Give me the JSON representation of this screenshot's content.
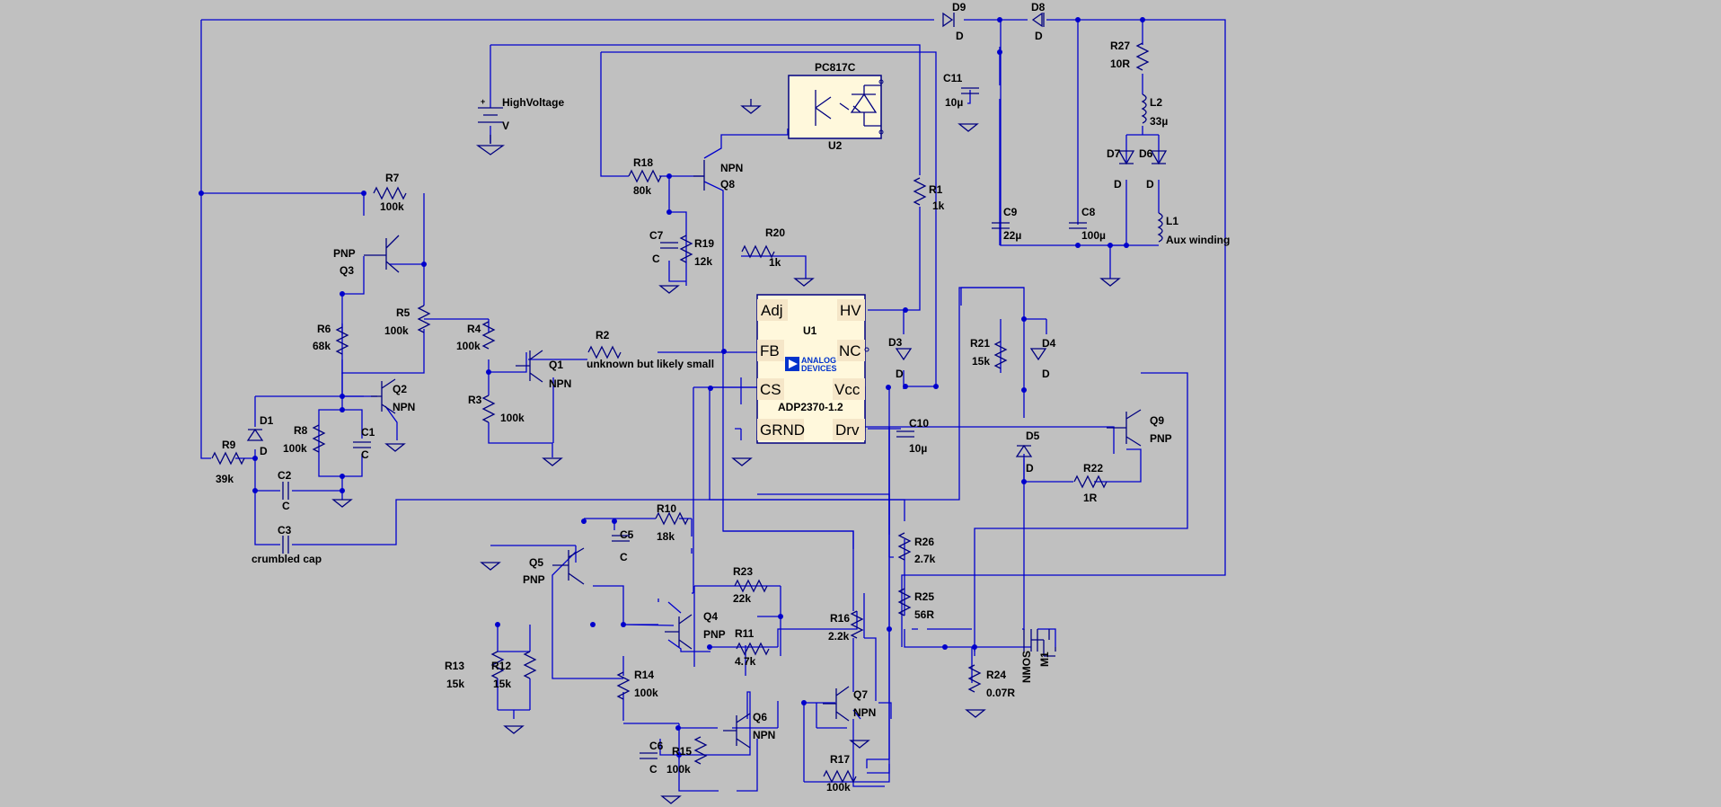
{
  "ic": {
    "u1": {
      "ref": "U1",
      "part": "ADP2370-1.2",
      "logo_line1": "ANALOG",
      "logo_line2": "DEVICES",
      "pins": {
        "adj": "Adj",
        "hv": "HV",
        "fb": "FB",
        "nc": "NC",
        "cs": "CS",
        "vcc": "Vcc",
        "grnd": "GRND",
        "drv": "Drv"
      }
    },
    "u2": {
      "ref": "U2",
      "part": "PC817C"
    }
  },
  "components": {
    "D9": {
      "ref": "D9",
      "val": "D"
    },
    "D8": {
      "ref": "D8",
      "val": "D"
    },
    "R27": {
      "ref": "R27",
      "val": "10R"
    },
    "L2": {
      "ref": "L2",
      "val": "33µ"
    },
    "D7": {
      "ref": "D7",
      "val": "D"
    },
    "D6": {
      "ref": "D6",
      "val": "D"
    },
    "L1": {
      "ref": "L1",
      "val": "Aux winding"
    },
    "C9": {
      "ref": "C9",
      "val": "22µ"
    },
    "C8": {
      "ref": "C8",
      "val": "100µ"
    },
    "C11": {
      "ref": "C11",
      "val": "10µ"
    },
    "V": {
      "ref": "HighVoltage",
      "val": "V"
    },
    "R18": {
      "ref": "R18",
      "val": "80k"
    },
    "Q8": {
      "ref": "Q8",
      "val": "NPN"
    },
    "C7": {
      "ref": "C7",
      "val": "C"
    },
    "R19": {
      "ref": "R19",
      "val": "12k"
    },
    "R20": {
      "ref": "R20",
      "val": "1k"
    },
    "R1": {
      "ref": "R1",
      "val": "1k"
    },
    "R7": {
      "ref": "R7",
      "val": "100k"
    },
    "Q3": {
      "ref": "Q3",
      "val": "PNP"
    },
    "R5": {
      "ref": "R5",
      "val": "100k"
    },
    "R6": {
      "ref": "R6",
      "val": "68k"
    },
    "R4": {
      "ref": "R4",
      "val": "100k"
    },
    "Q1": {
      "ref": "Q1",
      "val": "NPN"
    },
    "R2": {
      "ref": "R2",
      "val": "unknown but likely small"
    },
    "R3": {
      "ref": "R3",
      "val": "100k"
    },
    "Q2": {
      "ref": "Q2",
      "val": "NPN"
    },
    "D1": {
      "ref": "D1",
      "val": "D"
    },
    "R8": {
      "ref": "R8",
      "val": "100k"
    },
    "C1": {
      "ref": "C1",
      "val": "C"
    },
    "R9": {
      "ref": "R9",
      "val": "39k"
    },
    "C2": {
      "ref": "C2",
      "val": "C"
    },
    "C3": {
      "ref": "C3",
      "val": "crumbled cap"
    },
    "D3": {
      "ref": "D3",
      "val": "D"
    },
    "C10": {
      "ref": "C10",
      "val": "10µ"
    },
    "R21": {
      "ref": "R21",
      "val": "15k"
    },
    "D4": {
      "ref": "D4",
      "val": "D"
    },
    "D5": {
      "ref": "D5",
      "val": "D"
    },
    "Q9": {
      "ref": "Q9",
      "val": "PNP"
    },
    "R22": {
      "ref": "R22",
      "val": "1R"
    },
    "R10": {
      "ref": "R10",
      "val": "18k"
    },
    "C5": {
      "ref": "C5",
      "val": "C"
    },
    "Q5": {
      "ref": "Q5",
      "val": "PNP"
    },
    "R26": {
      "ref": "R26",
      "val": "2.7k"
    },
    "R25": {
      "ref": "R25",
      "val": "56R"
    },
    "R23": {
      "ref": "R23",
      "val": "22k"
    },
    "Q4": {
      "ref": "Q4",
      "val": "PNP"
    },
    "R11": {
      "ref": "R11",
      "val": "4.7k"
    },
    "R13": {
      "ref": "R13",
      "val": "15k"
    },
    "R12": {
      "ref": "R12",
      "val": "15k"
    },
    "R14": {
      "ref": "R14",
      "val": "100k"
    },
    "R16": {
      "ref": "R16",
      "val": "2.2k"
    },
    "Q7": {
      "ref": "Q7",
      "val": "NPN"
    },
    "Q6": {
      "ref": "Q6",
      "val": "NPN"
    },
    "C6": {
      "ref": "C6",
      "val": "C"
    },
    "R15": {
      "ref": "R15",
      "val": "100k"
    },
    "R17": {
      "ref": "R17",
      "val": "100k"
    },
    "R24": {
      "ref": "R24",
      "val": "0.07R"
    },
    "M1": {
      "ref": "M1",
      "val": "NMOS"
    }
  }
}
